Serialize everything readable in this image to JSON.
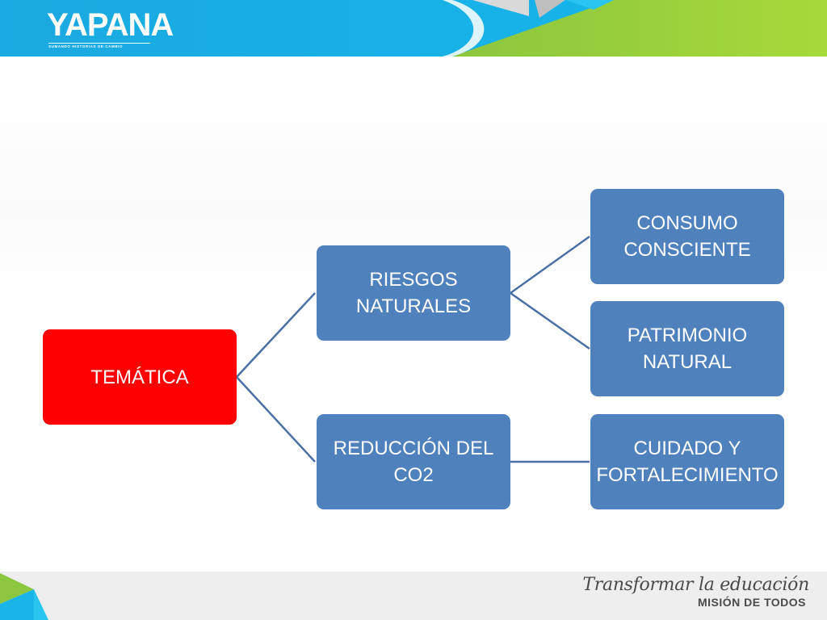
{
  "brand": {
    "logo_word": "YAPANA",
    "logo_tagline": "SUMANDO HISTORIAS DE CAMBIO"
  },
  "colors": {
    "header_blue": "#1ab4e8",
    "header_green": "#8dc63f",
    "node_blue": "#4f81bd",
    "node_red": "#ff0000",
    "connector": "#4a6fa5"
  },
  "diagram": {
    "root": {
      "label": "TEMÁTICA"
    },
    "branches": [
      {
        "label": "RIESGOS NATURALES",
        "children": [
          {
            "label": "CONSUMO CONSCIENTE"
          },
          {
            "label": "PATRIMONIO NATURAL"
          }
        ]
      },
      {
        "label": "REDUCCIÓN DEL CO2",
        "children": [
          {
            "label": "CUIDADO Y FORTALECIMIENTO"
          }
        ]
      }
    ]
  },
  "footer": {
    "slogan_line1": "Transformar la educación",
    "slogan_line2": "MISIÓN DE TODOS"
  }
}
